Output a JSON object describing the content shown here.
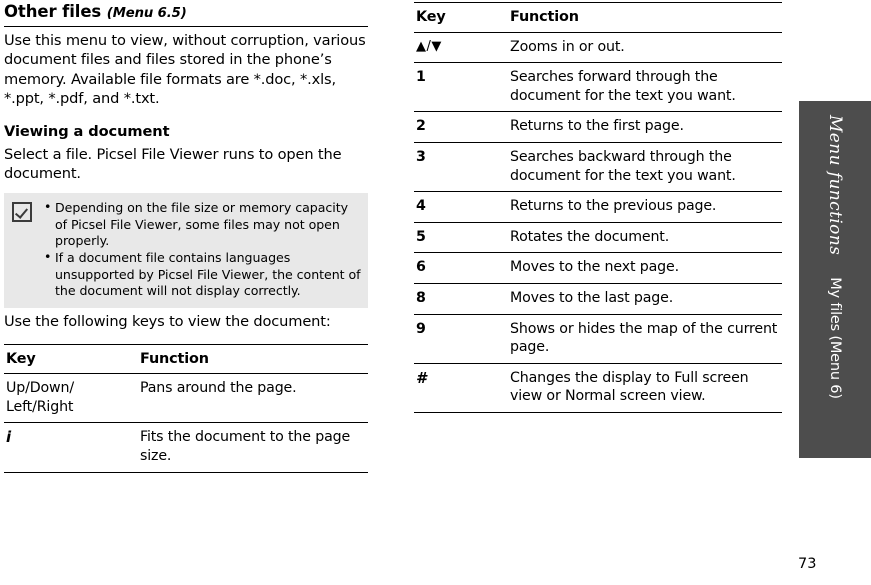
{
  "page": {
    "number": "73"
  },
  "side_tab": {
    "title": "Menu functions",
    "subtitle": "My files (Menu 6)",
    "background_color": "#4d4d4d",
    "text_color": "#ffffff"
  },
  "left_column": {
    "heading": "Other files",
    "heading_menu_ref": "(Menu 6.5)",
    "intro": "Use this menu to view, without corruption, various document files and files stored in the phone’s memory. Available file formats are *.doc, *.xls, *.ppt, *.pdf, and *.txt.",
    "subheading": "Viewing a document",
    "sub_intro": "Select a file. Picsel File Viewer runs to open the document.",
    "note": {
      "icon": "checkbox-checked-icon",
      "background_color": "#e8e8e8",
      "bullets": [
        "Depending on the file size or memory capacity of Picsel File Viewer, some files may not open properly.",
        "If a document file contains languages unsupported by Picsel File Viewer, the content of the document will not display correctly."
      ]
    },
    "keys_intro": "Use the following keys to view the document:",
    "table": {
      "headers": [
        "Key",
        "Function"
      ],
      "rows": [
        {
          "key": "Up/Down/ Left/Right",
          "key_style": "plain",
          "function": "Pans around the page."
        },
        {
          "key": "i",
          "key_style": "ital",
          "function": "Fits the document to the page size."
        }
      ]
    }
  },
  "right_column": {
    "table": {
      "headers": [
        "Key",
        "Function"
      ],
      "rows": [
        {
          "key": "▲/▼",
          "key_style": "arrows",
          "function": "Zooms in or out."
        },
        {
          "key": "1",
          "key_style": "bold",
          "function": "Searches forward through the document for the text you want."
        },
        {
          "key": "2",
          "key_style": "bold",
          "function": "Returns to the first page."
        },
        {
          "key": "3",
          "key_style": "bold",
          "function": "Searches backward through the document for the text you want."
        },
        {
          "key": "4",
          "key_style": "bold",
          "function": "Returns to the previous page."
        },
        {
          "key": "5",
          "key_style": "bold",
          "function": "Rotates the document."
        },
        {
          "key": "6",
          "key_style": "bold",
          "function": "Moves to the next page."
        },
        {
          "key": "8",
          "key_style": "bold",
          "function": "Moves to the last page."
        },
        {
          "key": "9",
          "key_style": "bold",
          "function": "Shows or hides the map of the current page."
        },
        {
          "key": "#",
          "key_style": "ital",
          "function": "Changes the display to Full screen view or Normal screen view."
        }
      ]
    }
  }
}
